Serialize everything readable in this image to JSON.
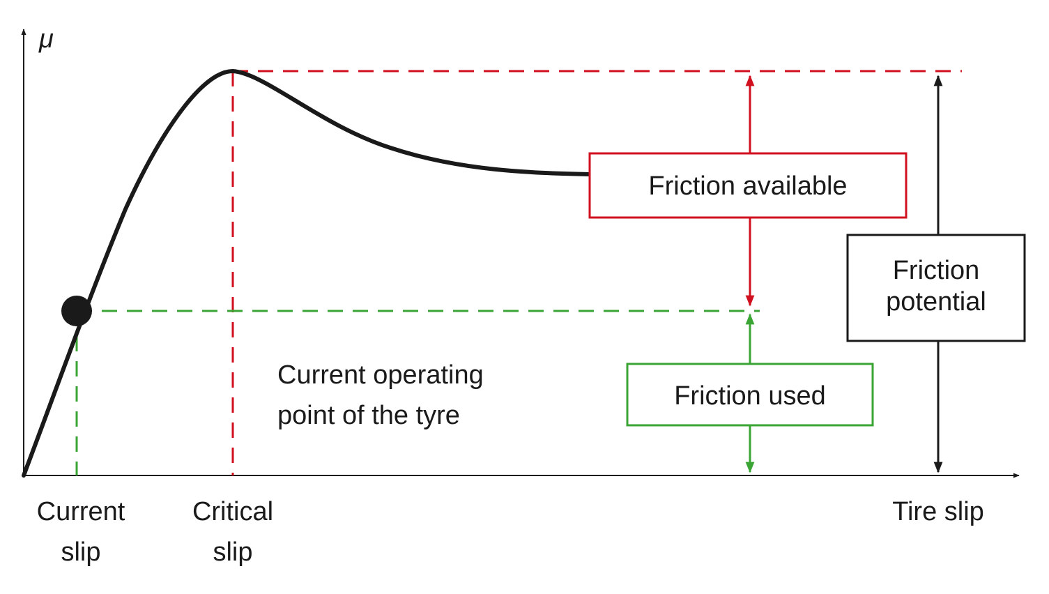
{
  "diagram": {
    "y_axis_label": "μ",
    "x_axis_label": "Tire slip",
    "current_slip_label": [
      "Current",
      "slip"
    ],
    "critical_slip_label": [
      "Critical",
      "slip"
    ],
    "operating_point_label": [
      "Current operating",
      "point of the tyre"
    ],
    "friction_available_label": "Friction available",
    "friction_used_label": "Friction used",
    "friction_potential_label": [
      "Friction",
      "potential"
    ]
  },
  "colors": {
    "curve": "#1a1a1a",
    "axis": "#1a1a1a",
    "available": "#d0101e",
    "used": "#3aa535",
    "potential": "#1a1a1a"
  }
}
